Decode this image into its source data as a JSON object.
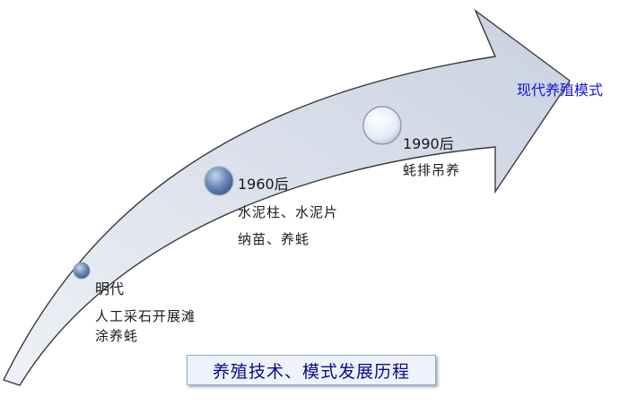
{
  "milestones": [
    {
      "era": "明代",
      "desc_lines": [
        "人工采石开展滩",
        "涂养蚝"
      ]
    },
    {
      "era": "1960后",
      "desc_lines": [
        "水泥柱、水泥片",
        "纳苗、养蚝"
      ]
    },
    {
      "era": "1990后",
      "desc_lines": [
        "蚝排吊养"
      ]
    }
  ],
  "final_stage": "现代养殖模式",
  "caption": "养殖技术、模式发展历程",
  "colors": {
    "arrow_fill": "#dde3ee",
    "arrow_stroke": "#3a3a3a",
    "bead": "#5f7fae",
    "final_text": "#1515d6",
    "caption_text": "#0a0a8a",
    "caption_border": "#8eaad0"
  }
}
